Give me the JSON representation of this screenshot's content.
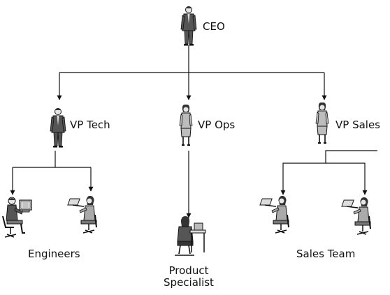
{
  "diagram": {
    "nodes": {
      "ceo": {
        "label": "CEO",
        "figure": "businessman-icon"
      },
      "vp_tech": {
        "label": "VP Tech",
        "figure": "businessman-icon"
      },
      "vp_ops": {
        "label": "VP Ops",
        "figure": "businesswoman-icon"
      },
      "vp_sales": {
        "label": "VP Sales",
        "figure": "businesswoman-icon"
      },
      "engineers": {
        "label": "Engineers",
        "figures": [
          "worker-at-computer-icon",
          "worker-at-computer-icon"
        ]
      },
      "product_specialist": {
        "label_line1": "Product",
        "label_line2": "Specialist",
        "figure": "worker-at-desk-icon"
      },
      "sales_team": {
        "label": "Sales Team",
        "figures": [
          "worker-at-computer-icon",
          "worker-at-computer-icon"
        ]
      }
    },
    "edges": [
      {
        "from": "CEO",
        "to": "VP Tech"
      },
      {
        "from": "CEO",
        "to": "VP Ops"
      },
      {
        "from": "CEO",
        "to": "VP Sales"
      },
      {
        "from": "VP Tech",
        "to": "Engineers"
      },
      {
        "from": "VP Ops",
        "to": "Product Specialist"
      },
      {
        "from": "VP Sales",
        "to": "Sales Team"
      }
    ],
    "colors": {
      "line": "#111111",
      "suit_dark": "#555555",
      "suit_light": "#bdbdbd",
      "skin": "#e6e6e6"
    }
  }
}
